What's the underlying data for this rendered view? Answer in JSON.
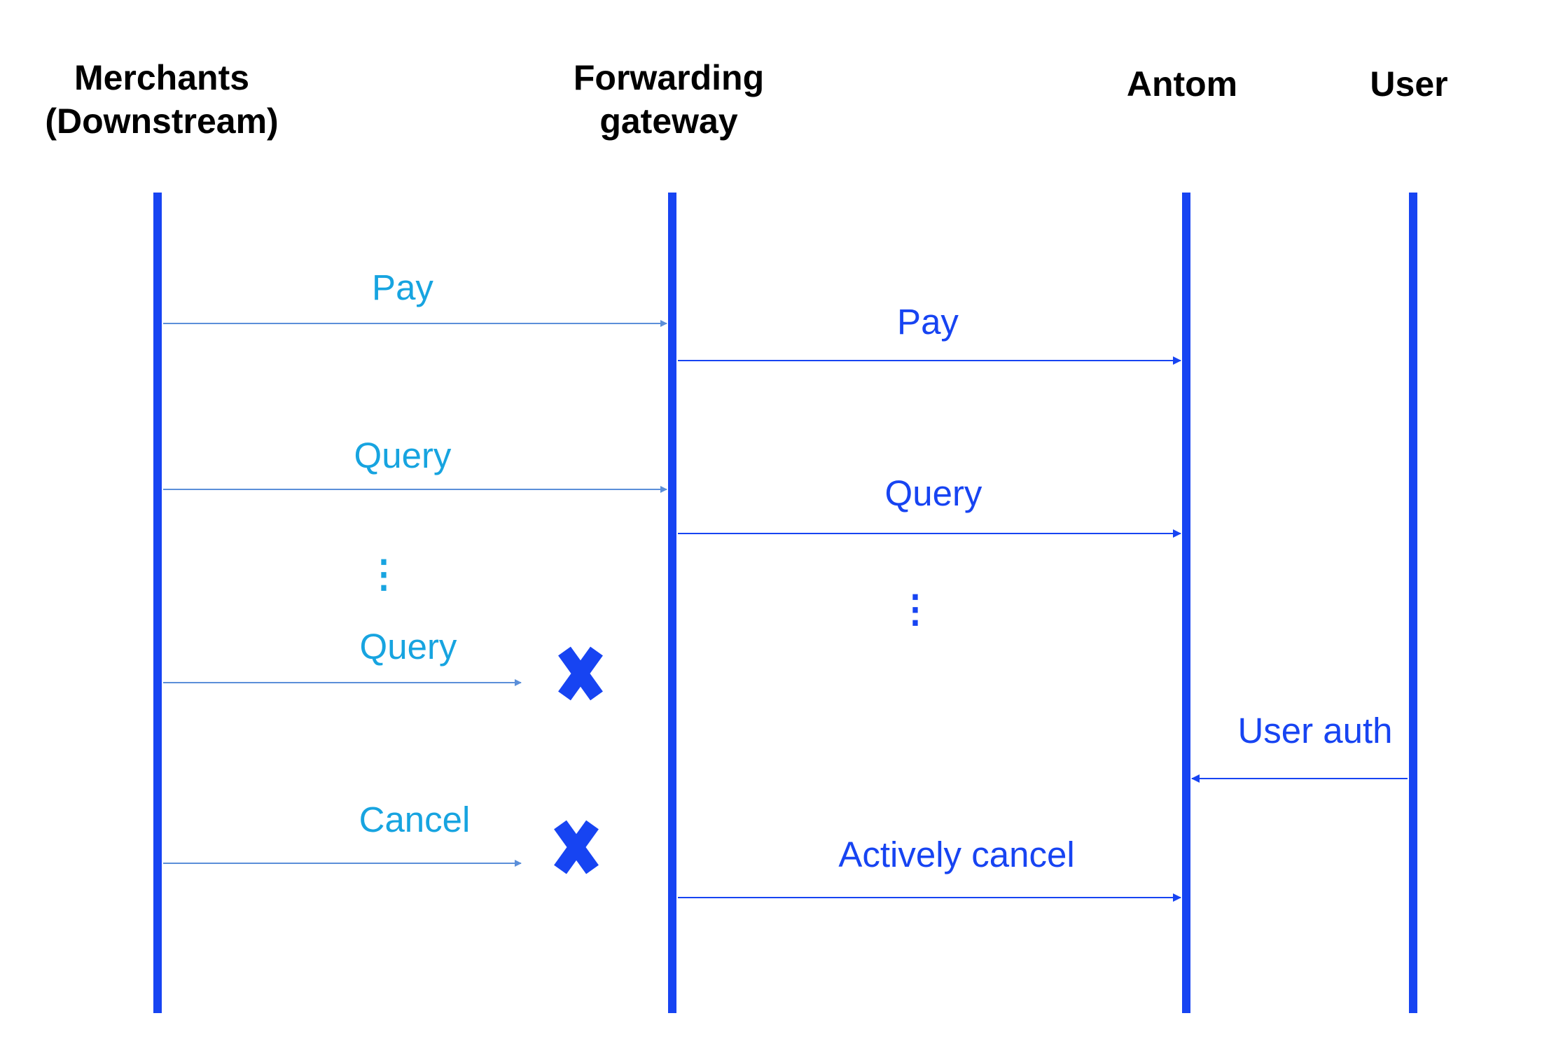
{
  "colors": {
    "lifeline": "#1744F2",
    "downstream_message": "#17A4E0",
    "downstream_arrow": "#5B8FD9",
    "upstream_message": "#1744F2",
    "failure_mark": "#1744F2",
    "title": "#000000"
  },
  "participants": {
    "merchants": {
      "title_line1": "Merchants",
      "title_line2": "(Downstream)"
    },
    "gateway": {
      "title_line1": "Forwarding",
      "title_line2": "gateway"
    },
    "antom": {
      "title": "Antom"
    },
    "user": {
      "title": "User"
    }
  },
  "messages": {
    "pay_to_gateway": {
      "label": "Pay",
      "from": "merchants",
      "to": "gateway"
    },
    "pay_to_antom": {
      "label": "Pay",
      "from": "gateway",
      "to": "antom"
    },
    "query_to_gateway": {
      "label": "Query",
      "from": "merchants",
      "to": "gateway"
    },
    "query_to_antom": {
      "label": "Query",
      "from": "gateway",
      "to": "antom"
    },
    "query_failed": {
      "label": "Query",
      "from": "merchants",
      "to": "gateway",
      "failed": true
    },
    "user_auth": {
      "label": "User auth",
      "from": "user",
      "to": "antom"
    },
    "cancel_failed": {
      "label": "Cancel",
      "from": "merchants",
      "to": "gateway",
      "failed": true
    },
    "actively_cancel": {
      "label": "Actively cancel",
      "from": "gateway",
      "to": "antom"
    }
  },
  "continuation": {
    "downstream": "⋮",
    "upstream": "⋮"
  },
  "icons": {
    "failure_mark": "x-mark-icon",
    "arrow_head": "arrowhead-icon"
  }
}
